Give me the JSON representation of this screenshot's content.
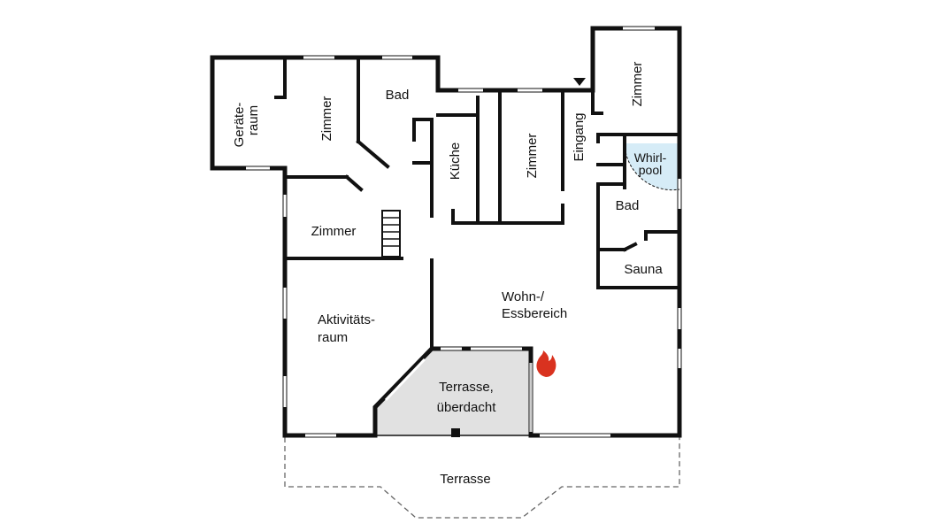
{
  "plan": {
    "rooms": {
      "geraeteraum_1": "Geräte-",
      "geraeteraum_2": "raum",
      "zimmer_top_left": "Zimmer",
      "bad_top": "Bad",
      "kueche": "Küche",
      "zimmer_middle": "Zimmer",
      "eingang": "Eingang",
      "zimmer_top_right": "Zimmer",
      "whirlpool_1": "Whirl-",
      "whirlpool_2": "pool",
      "bad_right": "Bad",
      "sauna": "Sauna",
      "zimmer_left": "Zimmer",
      "wohn_1": "Wohn-/",
      "wohn_2": "Essbereich",
      "aktivitaet_1": "Aktivitäts-",
      "aktivitaet_2": "raum",
      "terrasse_ueberdacht_1": "Terrasse,",
      "terrasse_ueberdacht_2": "überdacht",
      "terrasse": "Terrasse"
    },
    "colors": {
      "wall": "#111111",
      "covered_terrace": "#e1e1e1",
      "whirlpool": "#d6ecf7",
      "fireplace": "#d9321f"
    },
    "icons": {
      "fireplace": "flame-icon",
      "entrance": "entrance-arrow-icon",
      "stairs": "stairs-icon"
    }
  }
}
